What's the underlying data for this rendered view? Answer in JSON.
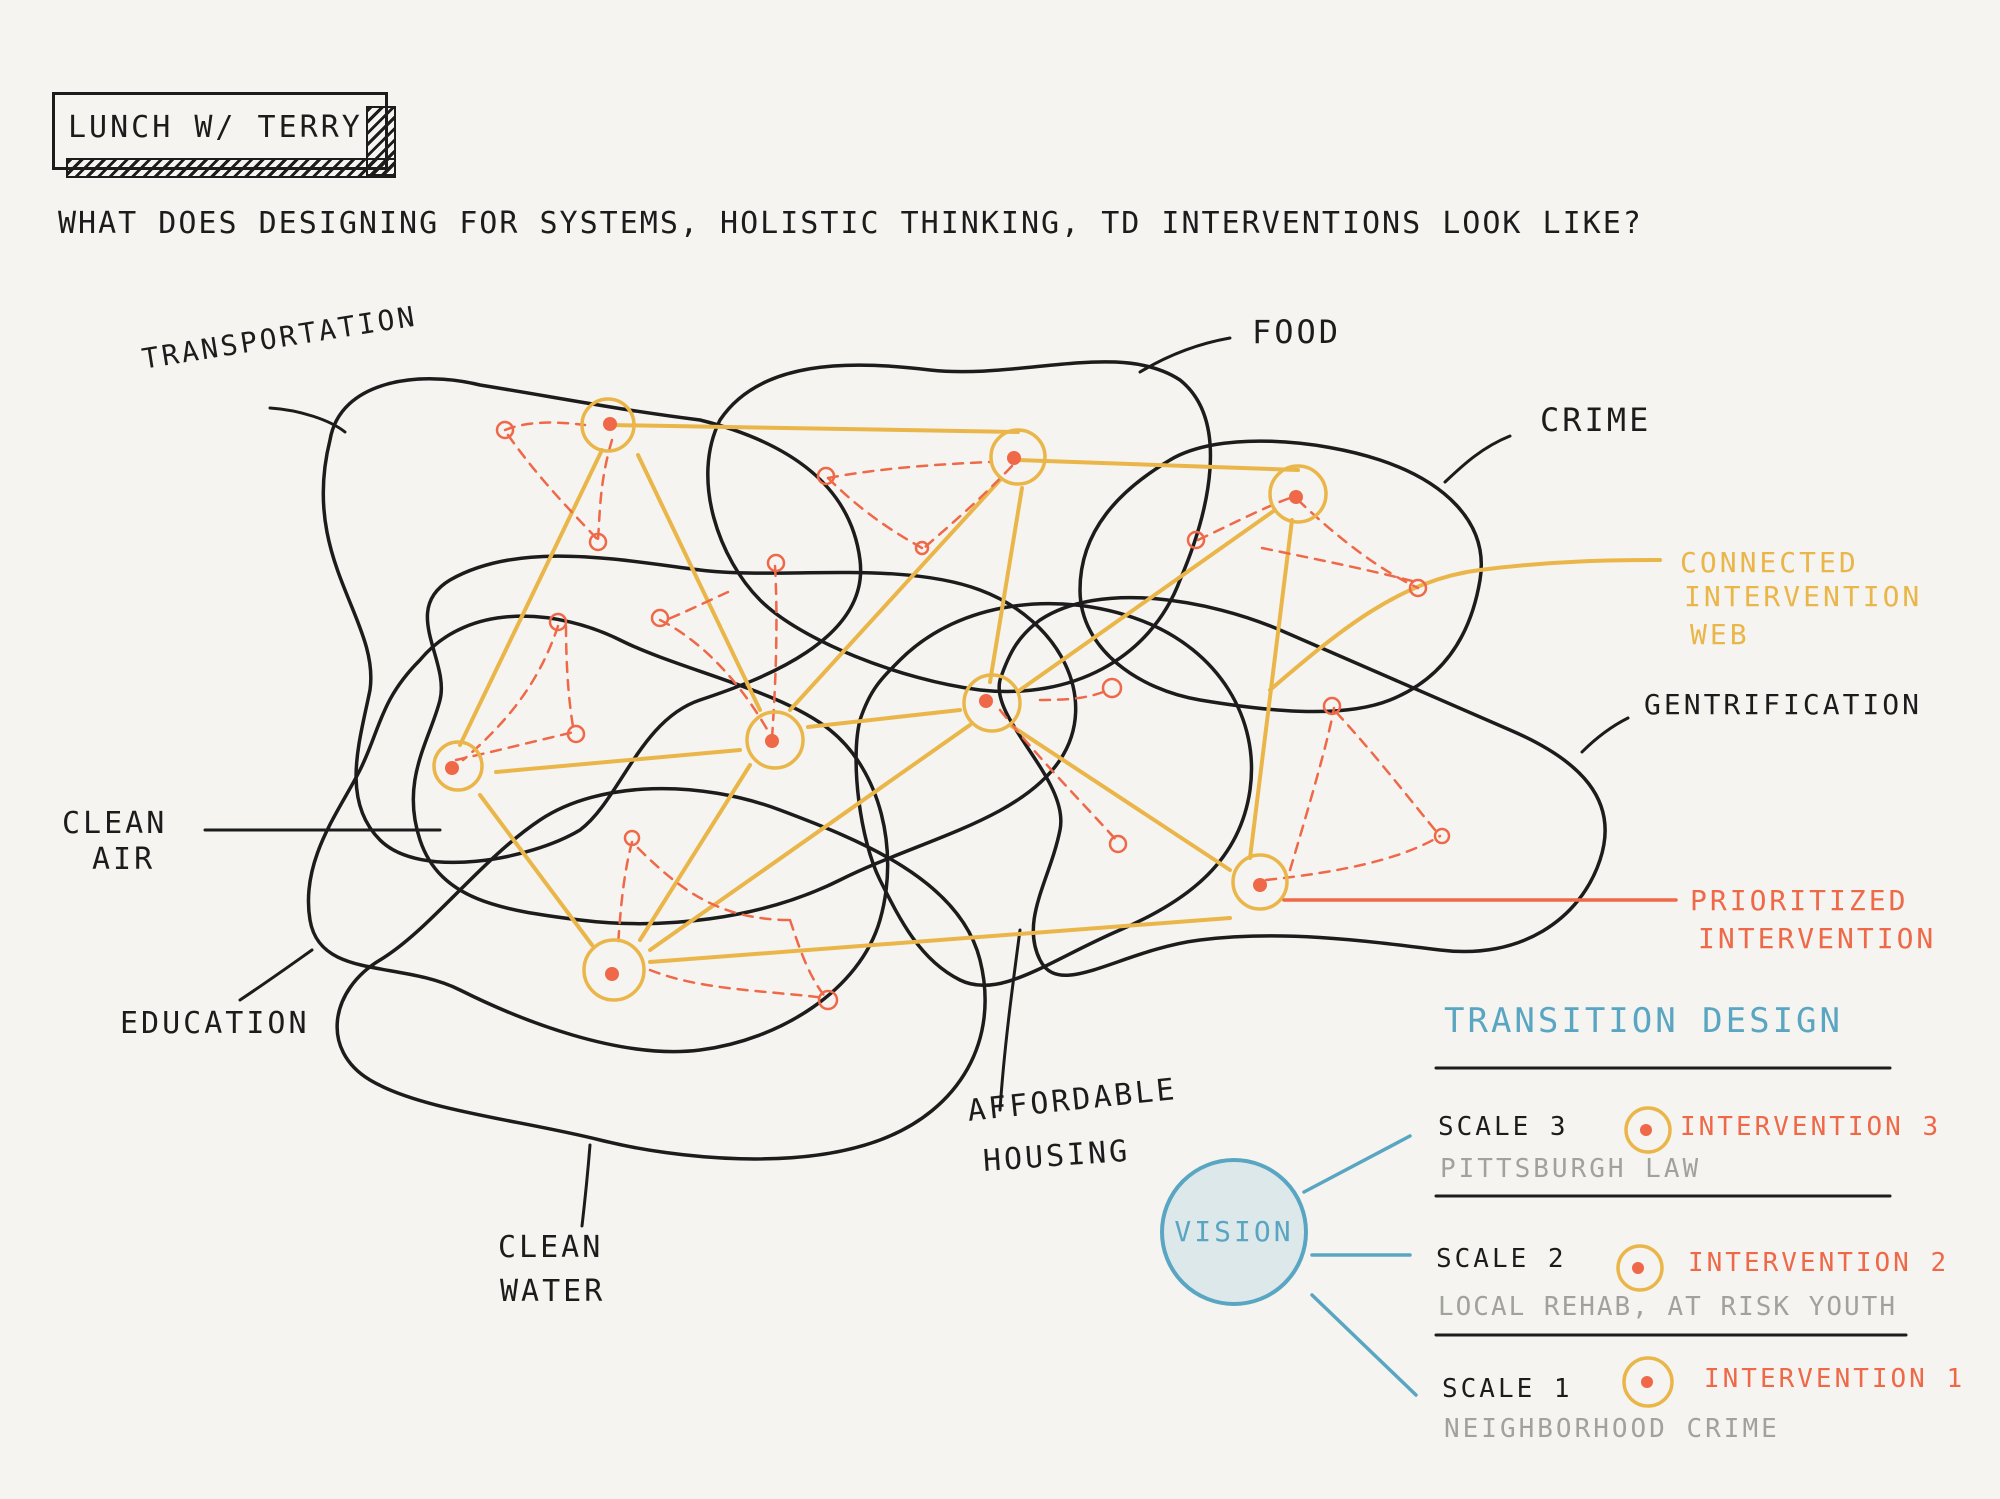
{
  "header": {
    "title": "LUNCH W/ TERRY",
    "question": "WHAT DOES DESIGNING FOR SYSTEMS, HOLISTIC THINKING, TD INTERVENTIONS LOOK LIKE?"
  },
  "systems": {
    "transportation": "TRANSPORTATION",
    "food": "FOOD",
    "crime": "CRIME",
    "gentrification": "GENTRIFICATION",
    "clean_air_1": "CLEAN",
    "clean_air_2": "AIR",
    "education": "EDUCATION",
    "clean_water_1": "CLEAN",
    "clean_water_2": "WATER",
    "affordable_housing_1": "AFFORDABLE",
    "affordable_housing_2": "HOUSING"
  },
  "legend": {
    "connected_1": "CONNECTED",
    "connected_2": "INTERVENTION",
    "connected_3": "WEB",
    "prioritized_1": "PRIORITIZED",
    "prioritized_2": "INTERVENTION"
  },
  "transition": {
    "title": "TRANSITION DESIGN",
    "vision": "VISION",
    "scales": [
      {
        "scale": "SCALE 3",
        "intervention": "INTERVENTION 3",
        "context": "PITTSBURGH LAW"
      },
      {
        "scale": "SCALE 2",
        "intervention": "INTERVENTION 2",
        "context": "LOCAL REHAB, AT RISK YOUTH"
      },
      {
        "scale": "SCALE 1",
        "intervention": "INTERVENTION 1",
        "context": "NEIGHBORHOOD CRIME"
      }
    ]
  },
  "colors": {
    "ink": "#1c1c1c",
    "web": "#eab649",
    "priority": "#ef6848",
    "transition": "#5aa6c2",
    "context": "#a2a29c",
    "paper": "#f5f4f0"
  }
}
